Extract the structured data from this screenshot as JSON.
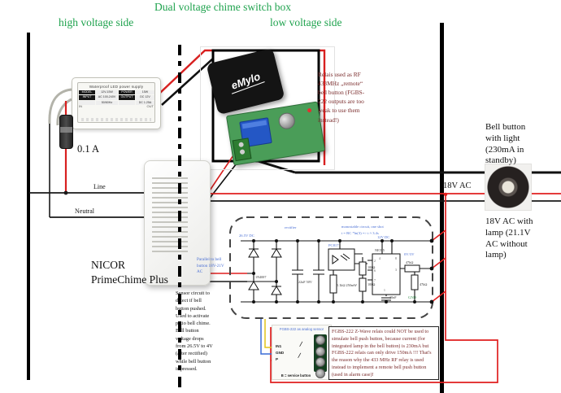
{
  "title": "Dual voltage chime switch box",
  "labels": {
    "high_voltage": "high voltage side",
    "low_voltage": "low voltage side",
    "fuse": "0.1 A",
    "line": "Line",
    "neutral": "Neutral",
    "ac_18v": "18V AC"
  },
  "power_supply": {
    "title": "Waterproof LED power supply",
    "in": "IN",
    "out": "OUT",
    "model_key": "MODEL",
    "model_val": "12V-15W",
    "power_key": "POWER",
    "power_val": "15W",
    "input_key": "INPUT",
    "input_val": "AC 100-240V",
    "freq": "50/60Hz",
    "output_key": "OUTPUT",
    "output_val": "DC 12V",
    "amps": "DC 1.25A"
  },
  "chime": {
    "name_line1": "NICOR",
    "name_line2": "PrimeChime Plus"
  },
  "relay": {
    "brand": "eMylo",
    "note": "Relais used as RF 433MHz „remote“ bell button (FGBS-222 outputs are too weak to use them instead!)"
  },
  "bell": {
    "title": "Bell button with light (230mA in standby)",
    "lamp_note": "18V AC with lamp (21.1V AC without lamp)"
  },
  "sensor_note": "Sensor circuit to detect if  bell button pushed. Used to activate patio bell chime. Bell button voltage drops from 26.5V to 4V (after rectified) while bell button is pressed.",
  "circuit": {
    "parallel_note": "Parallel to bell button 18V-21V AC",
    "rectifier": "rectifier",
    "vin": "26.5V DC",
    "diode": "1N4007",
    "cap_main": "22uF 50V",
    "r_in": "5.1kΩ 250mW",
    "opto": "PC817",
    "r1": "10kΩ",
    "r2": "10kΩ",
    "timer": "NE555",
    "mono1": "monostable circuit, one shot",
    "mono2": "t = RC *ln(3) => t ≈ 3.4s",
    "v12": "12V DC",
    "r3": "47kΩ",
    "r4": "47kΩ",
    "cap_t": "10nF",
    "out": "0V/3V",
    "gnd": "GND",
    "pin_numbers": [
      "8",
      "4",
      "3",
      "2",
      "6",
      "7",
      "1"
    ]
  },
  "fgbs": {
    "title": "FGBS-222 as analog sensor",
    "pin1": "IN1",
    "pin2": "GND",
    "pin3": "P",
    "service": "B = service button",
    "note": "FGBS-222 Z-Wave relais could NOT be used to simulate bell push button, because current (for integrated lamp in the bell button) is 230mA but FGBS-222 relais can only drive 150mA !!! That's the reason why the 433 MHz RF relay is used instead to implement a remote bell push button (used in alarm case)!"
  }
}
